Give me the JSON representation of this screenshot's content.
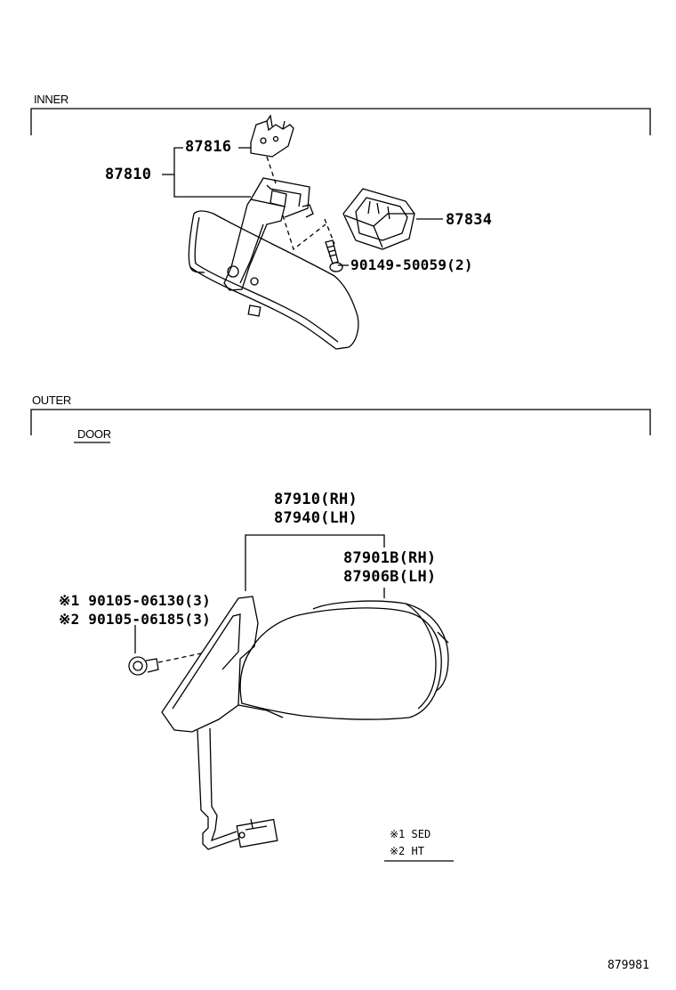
{
  "sections": {
    "inner": "INNER",
    "outer": "OUTER",
    "door": "DOOR"
  },
  "inner_parts": {
    "retainer": "87816",
    "mirror_assy": "87810",
    "cover": "87834",
    "screw": "90149-50059(2)"
  },
  "outer_parts": {
    "mirror_rh": "87910(RH)",
    "mirror_lh": "87940(LH)",
    "cover_rh": "87901B(RH)",
    "cover_lh": "87906B(LH)",
    "nut_1": "※1 90105-06130(3)",
    "nut_2": "※2 90105-06185(3)"
  },
  "legend": {
    "note_1": "※1 SED",
    "note_2": "※2 HT"
  },
  "diagram_id": "879981"
}
